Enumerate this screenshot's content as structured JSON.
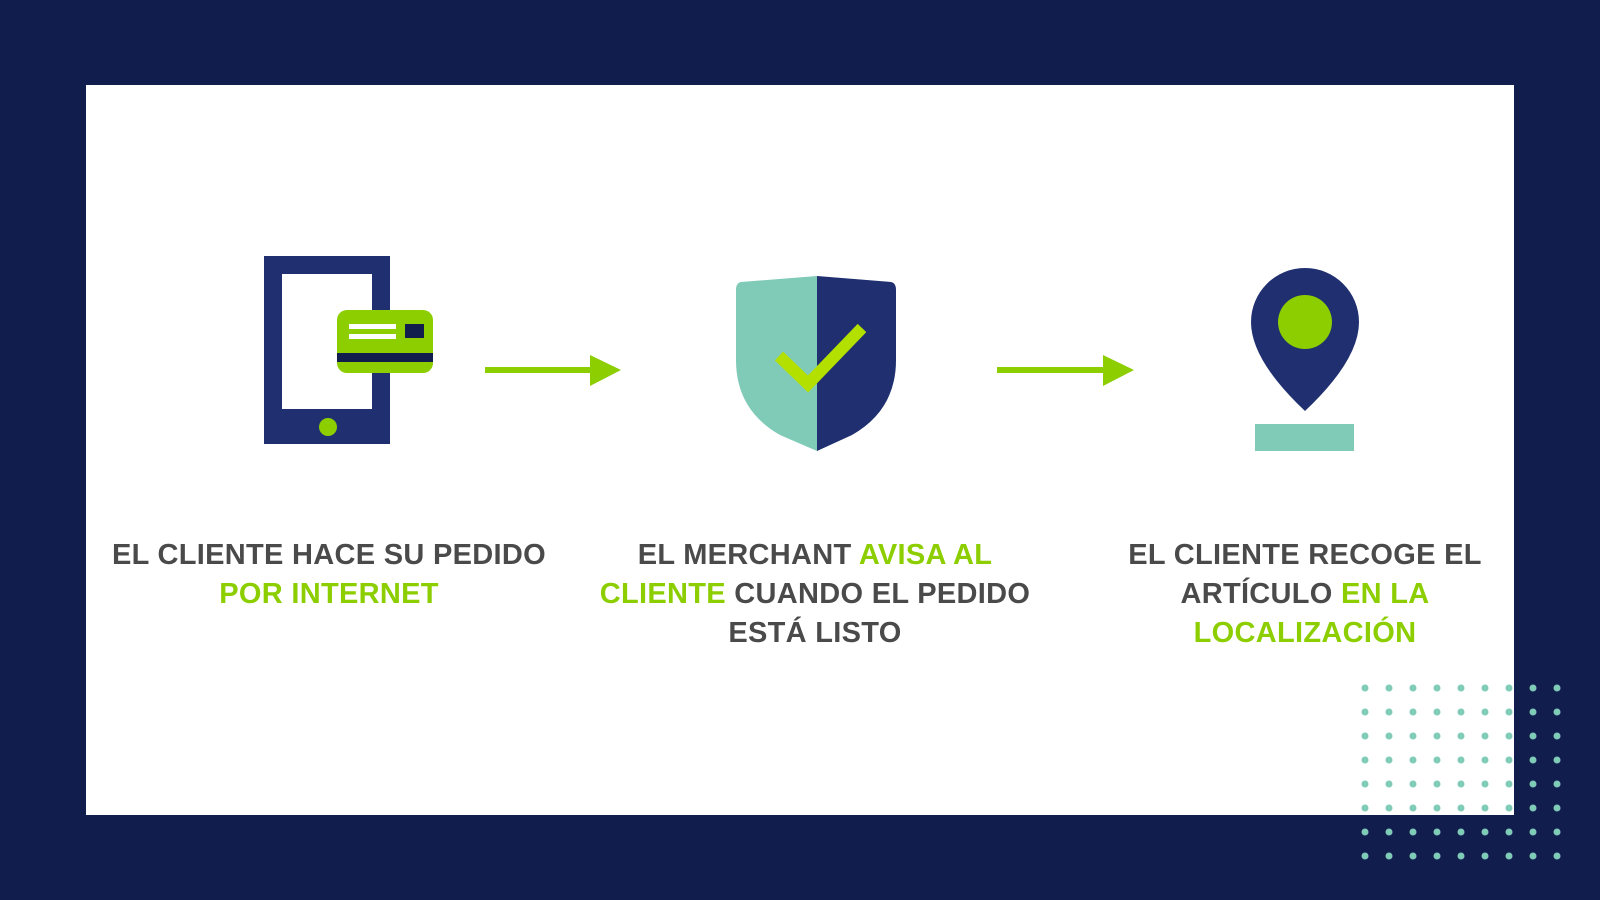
{
  "colors": {
    "background": "#101d4d",
    "panel": "#ffffff",
    "navy": "#1f2f70",
    "green": "#8cce00",
    "teal": "#7fcbb8",
    "text": "#4a4a4a"
  },
  "steps": [
    {
      "icon": "phone-card-icon",
      "parts": [
        "EL CLIENTE HACE SU PEDIDO ",
        "POR INTERNET"
      ]
    },
    {
      "icon": "shield-check-icon",
      "parts": [
        "EL MERCHANT ",
        "AVISA AL CLIENTE",
        " CUANDO EL PEDIDO ESTÁ LISTO"
      ]
    },
    {
      "icon": "location-pin-icon",
      "parts": [
        "EL CLIENTE RECOGE EL ARTÍCULO ",
        "EN LA LOCALIZACIÓN"
      ]
    }
  ]
}
